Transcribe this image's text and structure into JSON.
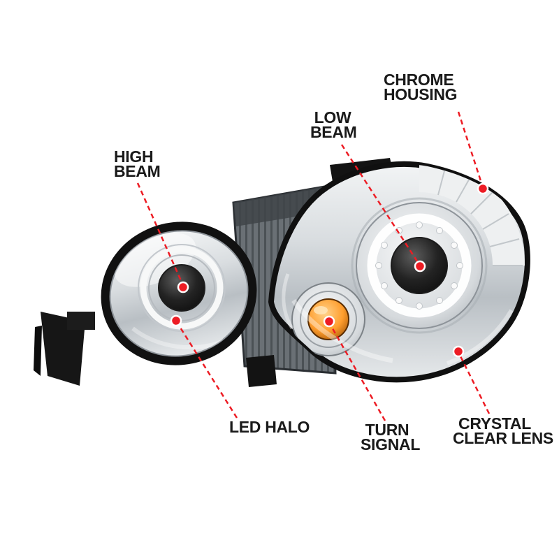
{
  "colors": {
    "background": "#ffffff",
    "text": "#1a1a1a",
    "callout_red": "#ed1c24",
    "callout_dot_ring": "#ffffff",
    "chrome_light": "#eceff1",
    "chrome_dark": "#b4bac0",
    "amber": "#ff9e2e",
    "housing_black": "#141414"
  },
  "callouts": [
    {
      "id": "high-beam",
      "lines": [
        "HIGH",
        "BEAM"
      ]
    },
    {
      "id": "low-beam",
      "lines": [
        "LOW",
        "BEAM"
      ]
    },
    {
      "id": "chrome-housing",
      "lines": [
        "CHROME",
        "HOUSING"
      ]
    },
    {
      "id": "led-halo",
      "lines": [
        "LED HALO"
      ]
    },
    {
      "id": "turn-signal",
      "lines": [
        "TURN",
        "SIGNAL"
      ]
    },
    {
      "id": "crystal-clear-lens",
      "lines": [
        "CRYSTAL",
        "CLEAR LENS"
      ]
    }
  ]
}
